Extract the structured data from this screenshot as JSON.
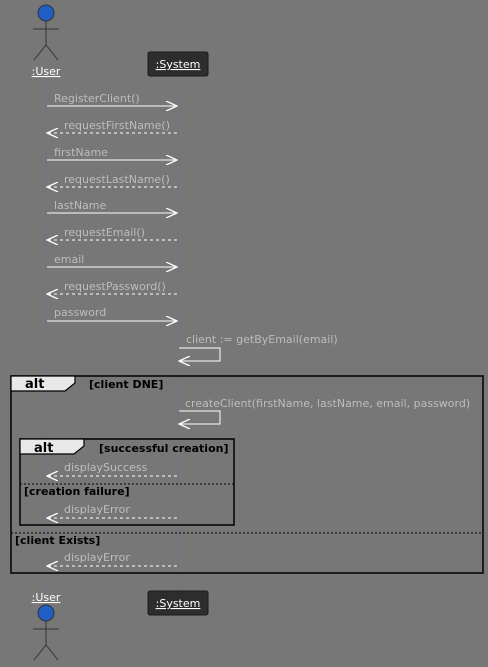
{
  "participants": {
    "user": {
      "label": ":User",
      "type": "actor"
    },
    "system": {
      "label": ":System",
      "type": "participant"
    }
  },
  "messages": [
    {
      "label": "RegisterClient()",
      "from": "user",
      "to": "system",
      "style": "solid"
    },
    {
      "label": "requestFirstName()",
      "from": "system",
      "to": "user",
      "style": "dashed"
    },
    {
      "label": "firstName",
      "from": "user",
      "to": "system",
      "style": "solid"
    },
    {
      "label": "requestLastName()",
      "from": "system",
      "to": "user",
      "style": "dashed"
    },
    {
      "label": "lastName",
      "from": "user",
      "to": "system",
      "style": "solid"
    },
    {
      "label": "requestEmail()",
      "from": "system",
      "to": "user",
      "style": "dashed"
    },
    {
      "label": "email",
      "from": "user",
      "to": "system",
      "style": "solid"
    },
    {
      "label": "requestPassword()",
      "from": "system",
      "to": "user",
      "style": "dashed"
    },
    {
      "label": "password",
      "from": "user",
      "to": "system",
      "style": "solid"
    },
    {
      "label": "client := getByEmail(email)",
      "from": "system",
      "to": "system",
      "style": "solid"
    },
    {
      "label": "createClient(firstName, lastName, email, password)",
      "from": "system",
      "to": "system",
      "style": "solid"
    },
    {
      "label": "displaySuccess",
      "from": "system",
      "to": "user",
      "style": "dashed"
    },
    {
      "label": "displayError",
      "from": "system",
      "to": "user",
      "style": "dashed"
    },
    {
      "label": "displayError",
      "from": "system",
      "to": "user",
      "style": "dashed"
    }
  ],
  "fragments": [
    {
      "keyword": "alt",
      "guard": "[client DNE]",
      "else_guard": "[client Exists]"
    },
    {
      "keyword": "alt",
      "guard": "[successful creation]",
      "else_guard": "[creation failure]"
    }
  ],
  "colors": {
    "background": "#777777",
    "actor_fill": "#1f5fc6",
    "participant_fill": "#2d2d2d",
    "arrow": "#ffffff",
    "lifeline": "#5b7a95",
    "message_text": "#bdbdbd"
  }
}
